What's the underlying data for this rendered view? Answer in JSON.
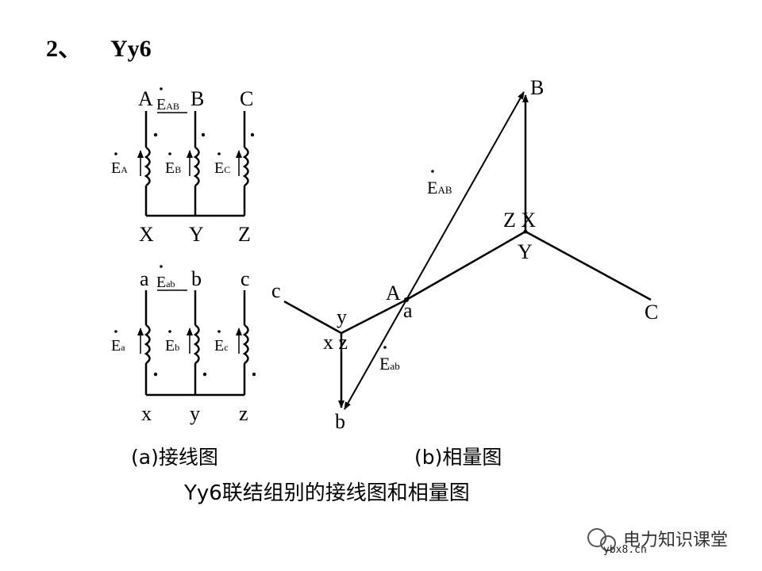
{
  "heading": {
    "number": "2、",
    "title": "Yy6"
  },
  "primary": {
    "terminals_top": [
      "A",
      "B",
      "C"
    ],
    "terminals_bottom": [
      "X",
      "Y",
      "Z"
    ],
    "emf_line": "E",
    "emf_line_sub": "AB",
    "emf_phase": [
      "E",
      "E",
      "E"
    ],
    "emf_phase_sub": [
      "A",
      "B",
      "C"
    ]
  },
  "secondary": {
    "terminals_top": [
      "a",
      "b",
      "c"
    ],
    "terminals_bottom": [
      "x",
      "y",
      "z"
    ],
    "emf_line": "E",
    "emf_line_sub": "ab",
    "emf_phase": [
      "E",
      "E",
      "E"
    ],
    "emf_phase_sub": [
      "a",
      "b",
      "c"
    ]
  },
  "phasor": {
    "high_labels": {
      "B": "B",
      "C": "C",
      "A": "A",
      "ZX": "Z X",
      "Y": "Y"
    },
    "low_labels": {
      "c": "c",
      "a": "a",
      "y": "y",
      "xz": "x z",
      "b": "b"
    },
    "emf_high": "E",
    "emf_high_sub": "AB",
    "emf_low": "E",
    "emf_low_sub": "ab"
  },
  "captions": {
    "a": "(a)接线图",
    "b": "(b)相量图",
    "main": "Yy6联结组别的接线图和相量图"
  },
  "watermark": {
    "text": "电力知识课堂",
    "url": "ybx8.cn"
  }
}
